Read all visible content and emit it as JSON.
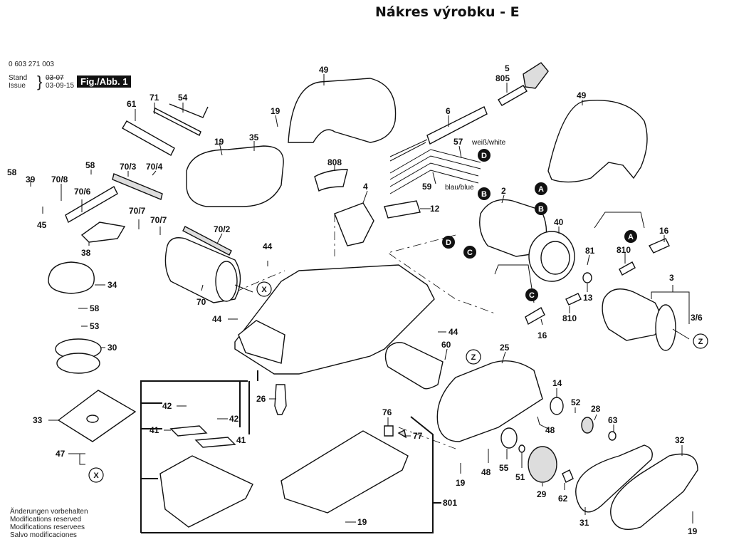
{
  "title": "Nákres výrobku - E",
  "header": {
    "part_number": "0 603 271 003",
    "stand_label": "Stand",
    "issue_label": "Issue",
    "stand_date": "03-07",
    "issue_date": "03-09-15",
    "figure_tag": "Fig./Abb. 1"
  },
  "footer": {
    "lines": [
      "Änderungen vorbehalten",
      "Modifications reserved",
      "Modifications reservees",
      "Salvo modificaciones"
    ]
  },
  "wire_labels": {
    "white": "weiß/white",
    "blue": "blau/blue"
  },
  "parts": [
    {
      "id": "61",
      "label": "61"
    },
    {
      "id": "71",
      "label": "71"
    },
    {
      "id": "54",
      "label": "54"
    },
    {
      "id": "49a",
      "label": "49"
    },
    {
      "id": "19a",
      "label": "19"
    },
    {
      "id": "19b",
      "label": "19"
    },
    {
      "id": "35",
      "label": "35"
    },
    {
      "id": "808",
      "label": "808"
    },
    {
      "id": "5",
      "label": "5"
    },
    {
      "id": "805",
      "label": "805"
    },
    {
      "id": "6",
      "label": "6"
    },
    {
      "id": "57",
      "label": "57"
    },
    {
      "id": "59",
      "label": "59"
    },
    {
      "id": "49b",
      "label": "49"
    },
    {
      "id": "58a",
      "label": "58"
    },
    {
      "id": "39",
      "label": "39"
    },
    {
      "id": "70/8",
      "label": "70/8"
    },
    {
      "id": "58b",
      "label": "58"
    },
    {
      "id": "70/3",
      "label": "70/3"
    },
    {
      "id": "70/4",
      "label": "70/4"
    },
    {
      "id": "70/6",
      "label": "70/6"
    },
    {
      "id": "45",
      "label": "45"
    },
    {
      "id": "70/7a",
      "label": "70/7"
    },
    {
      "id": "70/7b",
      "label": "70/7"
    },
    {
      "id": "38",
      "label": "38"
    },
    {
      "id": "70/2",
      "label": "70/2"
    },
    {
      "id": "4",
      "label": "4"
    },
    {
      "id": "12",
      "label": "12"
    },
    {
      "id": "2",
      "label": "2"
    },
    {
      "id": "40",
      "label": "40"
    },
    {
      "id": "16a",
      "label": "16"
    },
    {
      "id": "81",
      "label": "81"
    },
    {
      "id": "810a",
      "label": "810"
    },
    {
      "id": "44a",
      "label": "44"
    },
    {
      "id": "34",
      "label": "34"
    },
    {
      "id": "70",
      "label": "70"
    },
    {
      "id": "3",
      "label": "3"
    },
    {
      "id": "13",
      "label": "13"
    },
    {
      "id": "810b",
      "label": "810"
    },
    {
      "id": "3/6",
      "label": "3/6"
    },
    {
      "id": "58c",
      "label": "58"
    },
    {
      "id": "53",
      "label": "53"
    },
    {
      "id": "44b",
      "label": "44"
    },
    {
      "id": "44c",
      "label": "44"
    },
    {
      "id": "16b",
      "label": "16"
    },
    {
      "id": "30",
      "label": "30"
    },
    {
      "id": "60",
      "label": "60"
    },
    {
      "id": "25",
      "label": "25"
    },
    {
      "id": "14",
      "label": "14"
    },
    {
      "id": "26",
      "label": "26"
    },
    {
      "id": "52",
      "label": "52"
    },
    {
      "id": "28",
      "label": "28"
    },
    {
      "id": "42a",
      "label": "42"
    },
    {
      "id": "42b",
      "label": "42"
    },
    {
      "id": "33",
      "label": "33"
    },
    {
      "id": "41a",
      "label": "41"
    },
    {
      "id": "41b",
      "label": "41"
    },
    {
      "id": "76",
      "label": "76"
    },
    {
      "id": "77",
      "label": "77"
    },
    {
      "id": "48a",
      "label": "48"
    },
    {
      "id": "63",
      "label": "63"
    },
    {
      "id": "32",
      "label": "32"
    },
    {
      "id": "47",
      "label": "47"
    },
    {
      "id": "55",
      "label": "55"
    },
    {
      "id": "48b",
      "label": "48"
    },
    {
      "id": "51",
      "label": "51"
    },
    {
      "id": "19c",
      "label": "19"
    },
    {
      "id": "29",
      "label": "29"
    },
    {
      "id": "62",
      "label": "62"
    },
    {
      "id": "801",
      "label": "801"
    },
    {
      "id": "19d",
      "label": "19"
    },
    {
      "id": "31",
      "label": "31"
    },
    {
      "id": "19e",
      "label": "19"
    }
  ],
  "connection_badges": [
    {
      "id": "D1",
      "label": "D"
    },
    {
      "id": "B1",
      "label": "B"
    },
    {
      "id": "A1",
      "label": "A"
    },
    {
      "id": "B2",
      "label": "B"
    },
    {
      "id": "D2",
      "label": "D"
    },
    {
      "id": "C1",
      "label": "C"
    },
    {
      "id": "A2",
      "label": "A"
    },
    {
      "id": "C2",
      "label": "C"
    }
  ],
  "reference_markers": [
    {
      "id": "X1",
      "label": "X"
    },
    {
      "id": "X2",
      "label": "X"
    },
    {
      "id": "Z1",
      "label": "Z"
    },
    {
      "id": "Z2",
      "label": "Z"
    }
  ]
}
